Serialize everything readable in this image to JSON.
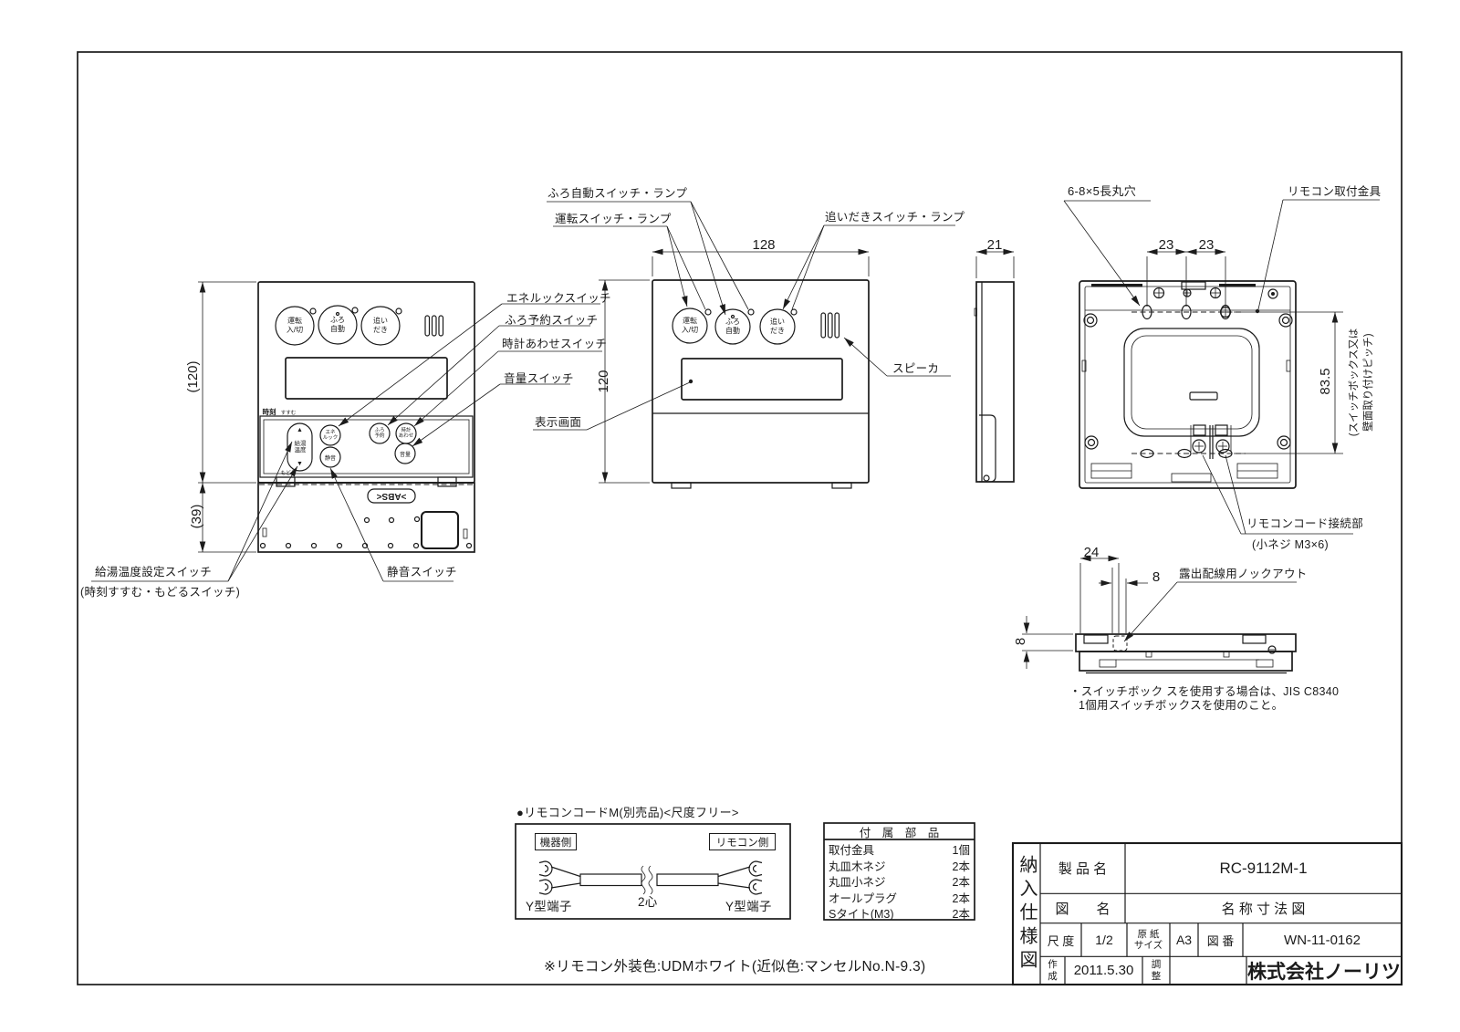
{
  "page": {
    "footnote": "※リモコン外装色:UDMホワイト(近似色:マンセルNo.N-9.3)"
  },
  "front_labels": {
    "furo_auto_lamp": "ふろ自動スイッチ・ランプ",
    "unten_lamp": "運転スイッチ・ランプ",
    "oidaki_lamp": "追いだきスイッチ・ランプ",
    "eneluck_switch": "エネルックスイッチ",
    "furo_yoyaku_switch": "ふろ予約スイッチ",
    "tokei_awase_switch": "時計あわせスイッチ",
    "onryo_switch": "音量スイッチ",
    "display": "表示画面",
    "speaker": "スピーカ",
    "kyuto_ondo_switch": "給湯温度設定スイッチ",
    "jikoku_sub": "(時刻すすむ・もどるスイッチ)",
    "seion_switch": "静音スイッチ"
  },
  "rear_labels": {
    "oblong_hole": "6-8×5長丸穴",
    "bracket": "リモコン取付金具",
    "cord_connect": "リモコンコード接続部",
    "cord_screw": "(小ネジ M3×6)",
    "knockout": "露出配線用ノックアウト",
    "pitch_line1": "(スイッチボックス又は",
    "pitch_line2": "壁面取り付けピッチ)",
    "note_line1": "・スイッチボック スを使用する場合は、JIS C8340",
    "note_line2": "1個用スイッチボックスを使用のこと。"
  },
  "dims": {
    "w128": "128",
    "h120": "120",
    "h120p": "(120)",
    "h39p": "(39)",
    "d21": "21",
    "p23a": "23",
    "p23b": "23",
    "p835": "83.5",
    "k24": "24",
    "k8w": "8",
    "k8h": "8"
  },
  "buttons": {
    "unten1": "運転",
    "unten2": "入/切",
    "furo1": "ふろ",
    "furo2": "自動",
    "oidaki1": "追い",
    "oidaki2": "だき",
    "jikoku": "時刻",
    "susumu": "すすむ",
    "modoru": "もどる",
    "up": "▲",
    "down": "▼",
    "ondo1": "給湯",
    "ondo2": "温度",
    "ene1": "エネ",
    "ene2": "ルック",
    "seion": "静音",
    "yoyaku1": "ふろ",
    "yoyaku2": "予約",
    "tokei1": "時計",
    "tokei2": "あわせ",
    "onryo": "音量",
    "abs": ">ABS<"
  },
  "cord": {
    "title": "●リモコンコードM(別売品)<尺度フリー>",
    "left_side": "機器側",
    "right_side": "リモコン側",
    "left_terminal": "Y型端子",
    "core": "2心",
    "right_terminal": "Y型端子"
  },
  "accessories": {
    "header": "付　属　部　品",
    "rows": [
      {
        "name": "取付金具",
        "qty": "1個"
      },
      {
        "name": "丸皿木ネジ",
        "qty": "2本"
      },
      {
        "name": "丸皿小ネジ",
        "qty": "2本"
      },
      {
        "name": "オールプラグ",
        "qty": "2本"
      },
      {
        "name": "Sタイト(M3)",
        "qty": "2本"
      }
    ]
  },
  "title_block": {
    "doc_type": "納入仕様図",
    "product_label": "製 品 名",
    "product_name": "RC-9112M-1",
    "drawing_label": "図　　名",
    "drawing_name": "名 称 寸 法 図",
    "scale_label": "尺 度",
    "scale": "1/2",
    "paper_label1": "原 紙",
    "paper_label2": "サイズ",
    "paper": "A3",
    "no_label": "図 番",
    "number": "WN-11-0162",
    "created_label1": "作",
    "created_label2": "成",
    "created": "2011.5.30",
    "adjust_label1": "調",
    "adjust_label2": "整",
    "company": "株式会社ノーリツ"
  }
}
